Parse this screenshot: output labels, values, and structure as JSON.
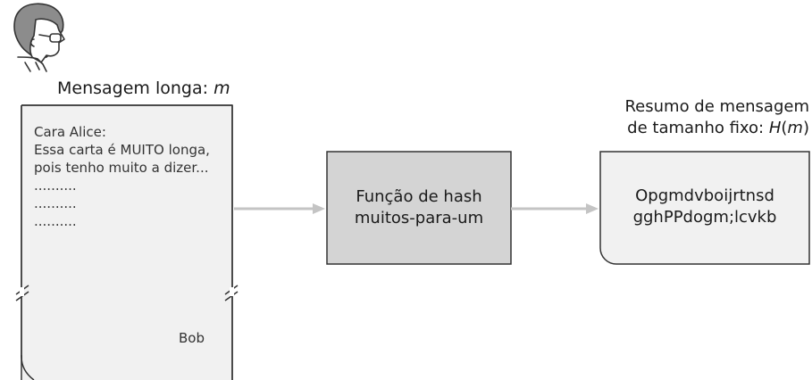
{
  "sender": {
    "title_text": "Mensagem longa: ",
    "title_var": "m",
    "avatar_icon": "man-with-glasses-icon"
  },
  "letter": {
    "greeting": "Cara Alice:",
    "line1": "Essa carta é MUITO longa,",
    "line2": "pois tenho muito a dizer...",
    "dots": [
      "..........",
      "..........",
      ".........."
    ],
    "signature": "Bob",
    "fill_color": "#f1f1f1"
  },
  "hash": {
    "line1": "Função de hash",
    "line2": "muitos-para-um",
    "fill_color": "#d4d4d4"
  },
  "digest": {
    "title_line1": "Resumo de mensagem",
    "title_line2_text": "de tamanho fixo: ",
    "title_fn": "H",
    "title_open": "(",
    "title_var": "m",
    "title_close": ")",
    "value_line1": "Opgmdvboijrtnsd",
    "value_line2": "gghPPdogm;lcvkb",
    "fill_color": "#f1f1f1"
  },
  "arrow_color": "#c4c4c4"
}
